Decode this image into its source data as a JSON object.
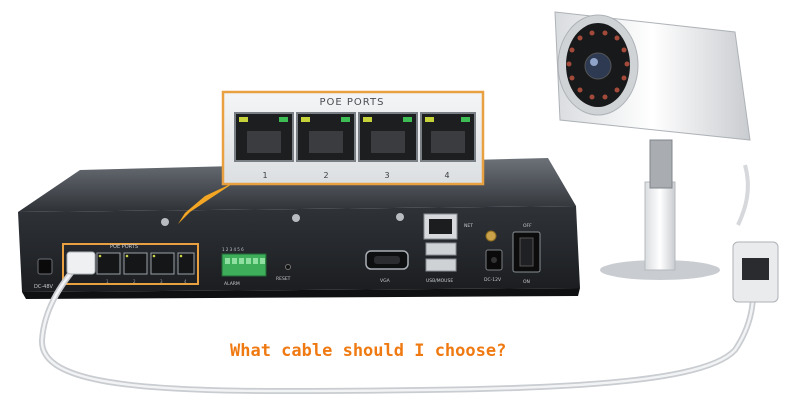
{
  "question": "What cable should I choose?",
  "callout": {
    "title": "POE PORTS",
    "port_numbers": [
      "1",
      "2",
      "3",
      "4"
    ]
  },
  "nvr": {
    "poe_label": "POE PORTS",
    "dc48v": "DC-48V",
    "alarm": "ALARM",
    "reset": "RESET",
    "vga": "VGA",
    "usb_mouse": "USB/MOUSE",
    "net": "NET",
    "dc12v": "DC-12V",
    "off": "OFF",
    "on": "ON",
    "terminal_numbers": "1 2 3 4 5 6",
    "port_numbers": [
      "1",
      "2",
      "3",
      "4"
    ]
  },
  "colors": {
    "accent_orange": "#f07a12",
    "callout_border": "#e8a040",
    "terminal_green": "#3fae5a"
  }
}
